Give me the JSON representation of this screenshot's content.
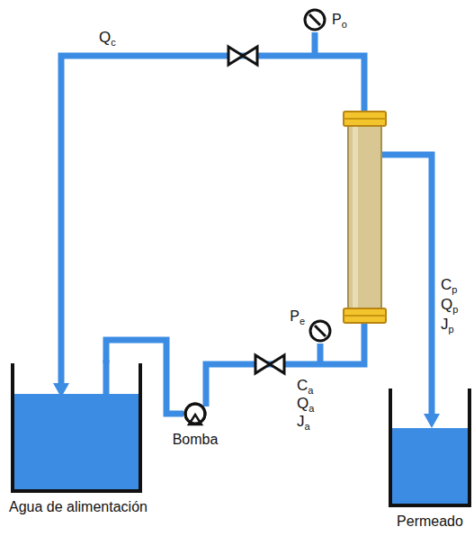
{
  "diagram": {
    "nodes": [
      {
        "text": [
          "Agua de alimentación"
        ]
      },
      {
        "text": [
          "Bomba"
        ]
      },
      {
        "text": [
          "Pe"
        ]
      },
      {
        "text": [
          "Po"
        ]
      },
      {
        "text": [
          "Permeado"
        ]
      }
    ],
    "edges": [
      {
        "from": 0,
        "to": 1,
        "arrow": "none"
      }
    ],
    "labels": [
      "Qc",
      "Ca",
      "Qa",
      "Ja",
      "Cp",
      "Qp",
      "Jp"
    ]
  }
}
